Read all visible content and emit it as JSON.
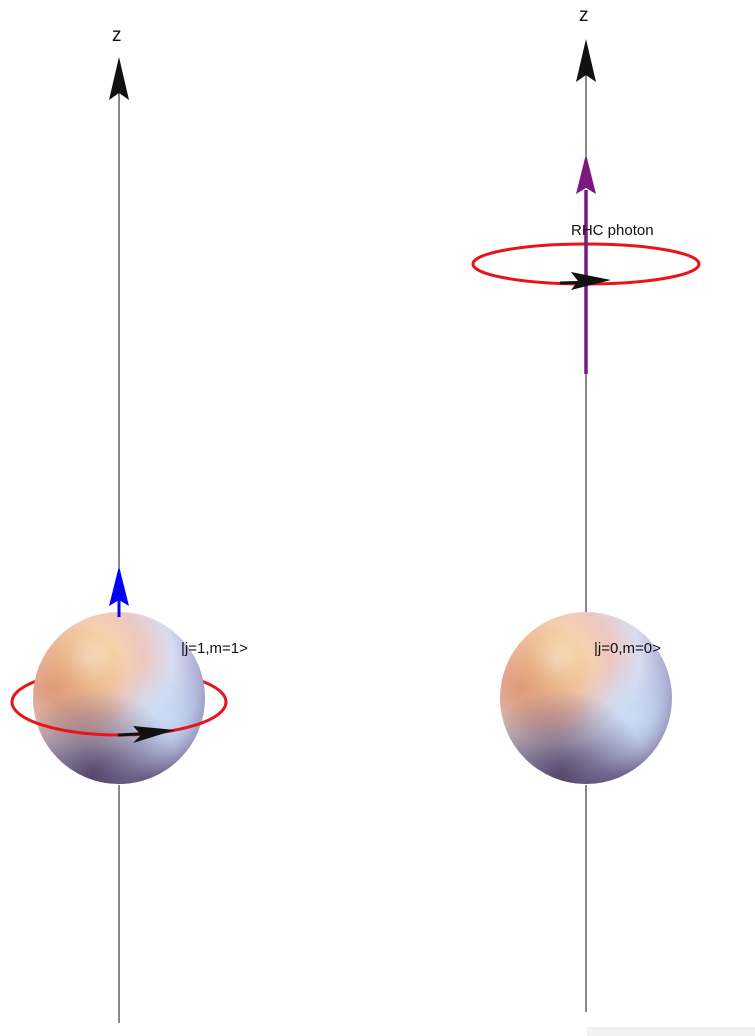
{
  "left_panel": {
    "axis_label": "z",
    "state_label": "|j=1,m=1>",
    "spin_arrow_color": "#0000ff",
    "orbit_color": "#e8141c"
  },
  "right_panel": {
    "axis_label": "z",
    "state_label": "|j=0,m=0>",
    "photon_label": "RHC photon",
    "photon_arrow_color": "#7a1a7e",
    "orbit_color": "#e8141c"
  }
}
